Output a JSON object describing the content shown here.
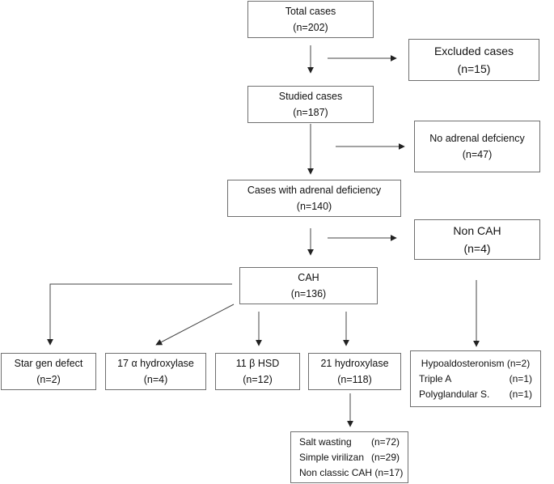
{
  "colors": {
    "border": "#6f6f6f",
    "arrow": "#222222",
    "text": "#111111",
    "background": "#ffffff"
  },
  "nodes": {
    "total": {
      "title": "Total cases",
      "count": "(n=202)"
    },
    "excluded": {
      "title": "Excluded cases",
      "count": "(n=15)"
    },
    "studied": {
      "title": "Studied cases",
      "count": "(n=187)"
    },
    "no_adrenal": {
      "title": "No adrenal defciency",
      "count": "(n=47)"
    },
    "with_adrenal": {
      "title": "Cases with adrenal deficiency",
      "count": "(n=140)"
    },
    "non_cah": {
      "title": "Non CAH",
      "count": "(n=4)"
    },
    "cah": {
      "title": "CAH",
      "count": "(n=136)"
    },
    "star": {
      "title": "Star gen defect",
      "count": "(n=2)"
    },
    "alpha17": {
      "title": "17 α hydroxylase",
      "count": "(n=4)"
    },
    "hsd11": {
      "title": "11 β HSD",
      "count": "(n=12)"
    },
    "hydroxylase21": {
      "title": "21 hydroxylase",
      "count": "(n=118)"
    },
    "non_cah_list": [
      {
        "label": "Hypoaldosteronism",
        "count": "(n=2)"
      },
      {
        "label": "Triple A",
        "count": "(n=1)"
      },
      {
        "label": "Polyglandular S.",
        "count": "(n=1)"
      }
    ],
    "hydroxylase21_list": [
      {
        "label": "Salt wasting",
        "count": "(n=72)"
      },
      {
        "label": "Simple virilizan",
        "count": "(n=29)"
      },
      {
        "label": "Non classic CAH",
        "count": "(n=17)"
      }
    ]
  }
}
